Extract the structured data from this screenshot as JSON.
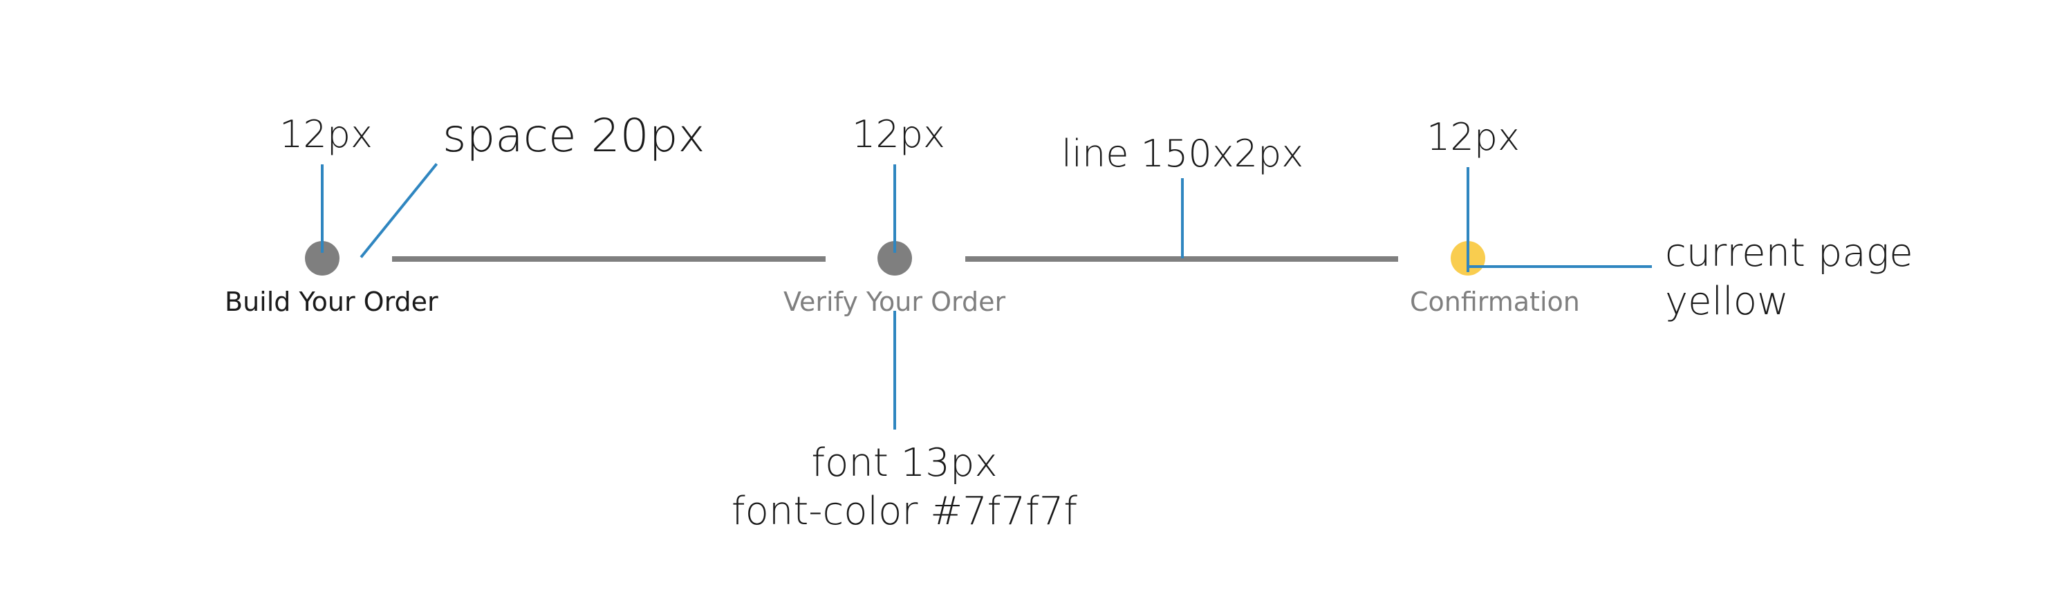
{
  "steps": [
    {
      "label": "Build Your Order",
      "state": "done"
    },
    {
      "label": "Verify Your Order",
      "state": "upcoming"
    },
    {
      "label": "Confirmation",
      "state": "current"
    }
  ],
  "annotations": {
    "dot_size_1": "12px",
    "spacing": "space 20px",
    "dot_size_2": "12px",
    "line_spec": "line 150x2px",
    "dot_size_3": "12px",
    "current_page_line1": "current page",
    "current_page_line2": "yellow",
    "font_spec_line1": "font 13px",
    "font_spec_line2": "font-color #7f7f7f"
  },
  "colors": {
    "dot": "#7f7f7f",
    "connector": "#7f7f7f",
    "current": "#f9cd4f",
    "inactive_text": "#7f7f7f",
    "leader": "#2f86c0"
  }
}
